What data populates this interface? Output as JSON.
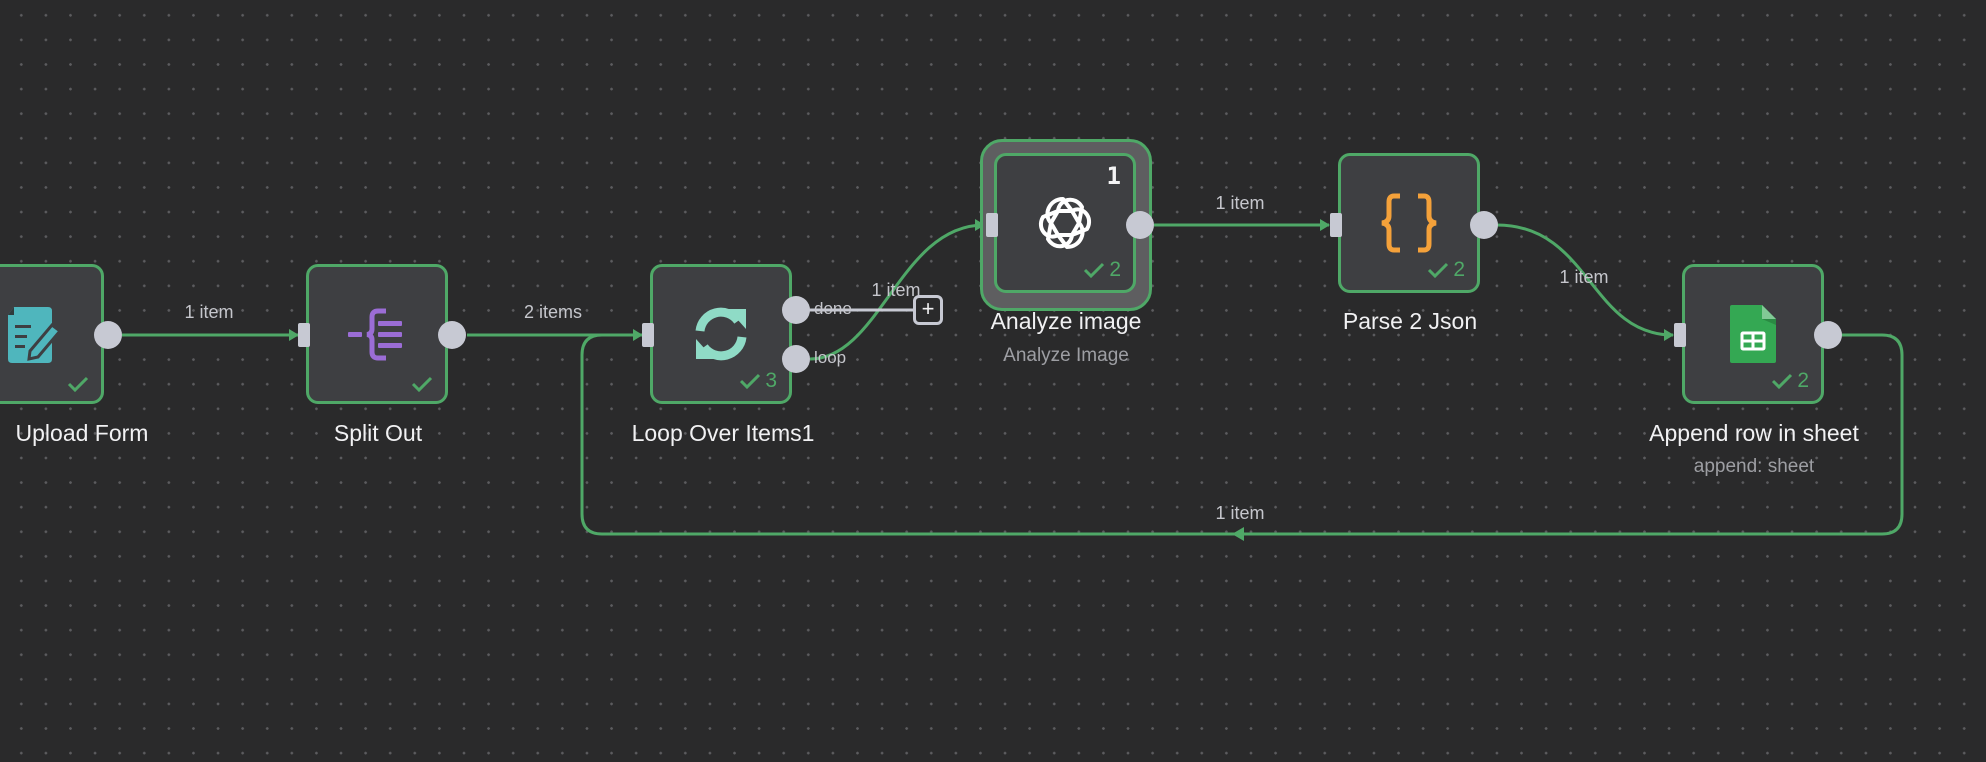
{
  "canvas": {
    "colors": {
      "background": "#2a2a2b",
      "node_fill": "#3e3f42",
      "success_green": "#4fa867",
      "handle": "#c7c9d3"
    }
  },
  "nodes": [
    {
      "id": "upload",
      "label": "Upload Form",
      "subtitle": "",
      "icon": "form-edit-icon",
      "status": "success",
      "count": "",
      "icon_color": "#4fb6bd"
    },
    {
      "id": "split",
      "label": "Split Out",
      "subtitle": "",
      "icon": "split-out-icon",
      "status": "success",
      "count": "",
      "icon_color": "#9b6dd6"
    },
    {
      "id": "loop",
      "label": "Loop Over Items1",
      "subtitle": "",
      "icon": "loop-sync-icon",
      "status": "success",
      "count": "3",
      "icon_color": "#8fdbc6",
      "outputs": [
        "done",
        "loop"
      ]
    },
    {
      "id": "analyze",
      "label": "Analyze image",
      "subtitle": "Analyze Image",
      "icon": "openai-icon",
      "status": "success",
      "count": "2",
      "badge": "1",
      "selected": true,
      "icon_color": "#ffffff"
    },
    {
      "id": "parse",
      "label": "Parse 2 Json",
      "subtitle": "",
      "icon": "code-braces-icon",
      "status": "success",
      "count": "2",
      "icon_color": "#f4a13a"
    },
    {
      "id": "append",
      "label": "Append row in sheet",
      "subtitle": "append: sheet",
      "icon": "google-sheets-icon",
      "status": "success",
      "count": "2",
      "icon_color": "#34a853"
    }
  ],
  "edges": [
    {
      "from": "upload",
      "to": "split",
      "label": "1 item"
    },
    {
      "from": "split",
      "to": "loop",
      "label": "2 items"
    },
    {
      "from": "loop.loop",
      "to": "analyze",
      "label": "1 item"
    },
    {
      "from": "analyze",
      "to": "parse",
      "label": "1 item"
    },
    {
      "from": "parse",
      "to": "append",
      "label": "1 item"
    },
    {
      "from": "append",
      "to": "loop",
      "label": "1 item"
    }
  ],
  "ports": {
    "done": "done",
    "loop": "loop"
  },
  "add_button": "+"
}
